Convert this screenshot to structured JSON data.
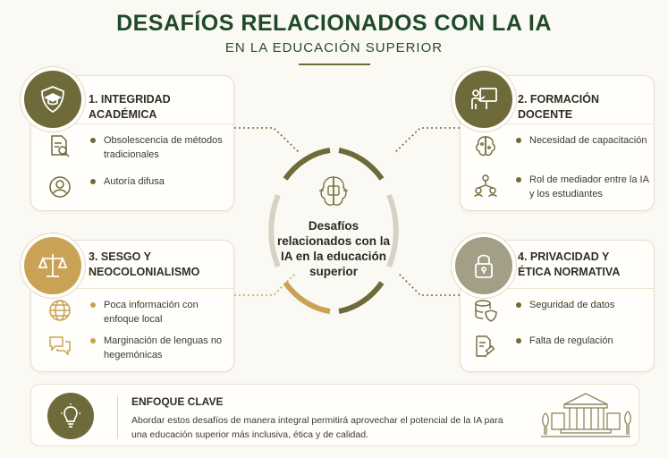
{
  "header": {
    "title": "DESAFÍOS RELACIONADOS CON LA IA",
    "subtitle": "EN LA EDUCACIÓN SUPERIOR"
  },
  "center": {
    "label": "Desafíos relacionados con la IA en la educación superior"
  },
  "cards": [
    {
      "title": "1. INTEGRIDAD ACADÉMICA",
      "items": [
        "Obsolescencia de métodos tradicionales",
        "Autoría difusa"
      ]
    },
    {
      "title": "2. FORMACIÓN DOCENTE",
      "items": [
        "Necesidad de capacitación",
        "Rol de mediador entre la IA y los estudiantes"
      ]
    },
    {
      "title": "3. SESGO Y NEOCOLONIALISMO",
      "items": [
        "Poca información con enfoque local",
        "Marginación de lenguas no hegemónicas"
      ]
    },
    {
      "title": "4. PRIVACIDAD Y ÉTICA NORMATIVA",
      "items": [
        "Seguridad de datos",
        "Falta de regulación"
      ]
    }
  ],
  "key": {
    "title": "ENFOQUE CLAVE",
    "text": "Abordar estos desafíos de manera integral permitirá aprovechar el potencial de la IA para una educación superior más inclusiva, ética y de calidad."
  },
  "colors": {
    "olive": "#6e6a3a",
    "gold": "#c9a255",
    "green_title": "#1f4a2a",
    "light_ring": "#d6d3c4"
  }
}
